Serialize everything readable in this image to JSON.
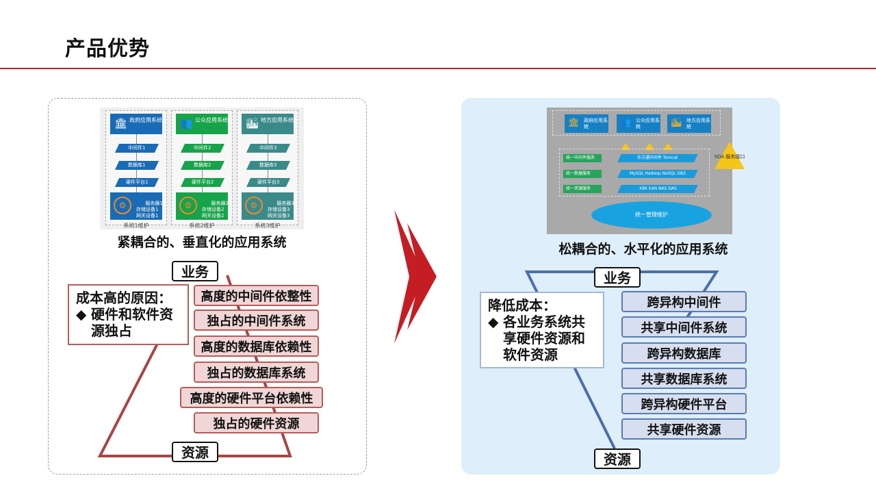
{
  "page": {
    "title": "产品优势"
  },
  "left": {
    "diagram": {
      "columns": [
        {
          "app": "政府应用系统",
          "app_icon": "bank-icon",
          "color": "#1a6bb5",
          "middleware": "中间件1",
          "database": "数据库1",
          "hardware": "硬件平台1",
          "resources": "服务器1\n存储设备1\n网关设备1\n……",
          "footer": "系统1维护"
        },
        {
          "app": "公众应用系统",
          "app_icon": "people-icon",
          "color": "#16a34a",
          "middleware": "中间件2",
          "database": "数据库2",
          "hardware": "硬件平台2",
          "resources": "服务器2\n存储设备2\n网关设备2\n……",
          "footer": "系统2维护"
        },
        {
          "app": "地方应用系统",
          "app_icon": "city-icon",
          "color": "#3b8a8a",
          "middleware": "中间件3",
          "database": "数据库3",
          "hardware": "硬件平台3",
          "resources": "服务器3\n存储设备3\n网关设备3\n……",
          "footer": "系统3维护"
        }
      ]
    },
    "caption": "紧耦合的、垂直化的应用系统",
    "top_tag": "业务",
    "bottom_tag": "资源",
    "note_title": "成本高的原因：",
    "note_bullet": "硬件和软件资源独占",
    "items": [
      "高度的中间件依整性",
      "独占的中间件系统",
      "高度的数据库依赖性",
      "独占的数据库系统",
      "高度的硬件平台依赖性",
      "独占的硬件资源"
    ]
  },
  "right": {
    "diagram": {
      "apps": [
        {
          "label": "政府应用系统",
          "icon": "bank-icon"
        },
        {
          "label": "公众应用系统",
          "icon": "people-icon"
        },
        {
          "label": "地方应用系统",
          "icon": "city-icon"
        }
      ],
      "layers": [
        {
          "label": "统一中间件服务",
          "bar": "东方通中间件 Tomcat"
        },
        {
          "label": "统一数据服务",
          "bar": "MySQL Hadoop NoSQL DB2"
        },
        {
          "label": "统一资源服务",
          "bar": "X86 SAN NAS DAS"
        }
      ],
      "management": "统一管理维护",
      "soa": "SOA 服务接口"
    },
    "caption": "松耦合的、水平化的应用系统",
    "top_tag": "业务",
    "bottom_tag": "资源",
    "note_title": "降低成本：",
    "note_bullet": "各业务系统共享硬件资源和软件资源",
    "items": [
      "跨异构中间件",
      "共享中间件系统",
      "跨异构数据库",
      "共享数据库系统",
      "跨异构硬件平台",
      "共享硬件资源"
    ]
  },
  "colors": {
    "accent": "#c41e24",
    "red_box": "#f0d6d6",
    "blue_box": "#d6deef"
  }
}
